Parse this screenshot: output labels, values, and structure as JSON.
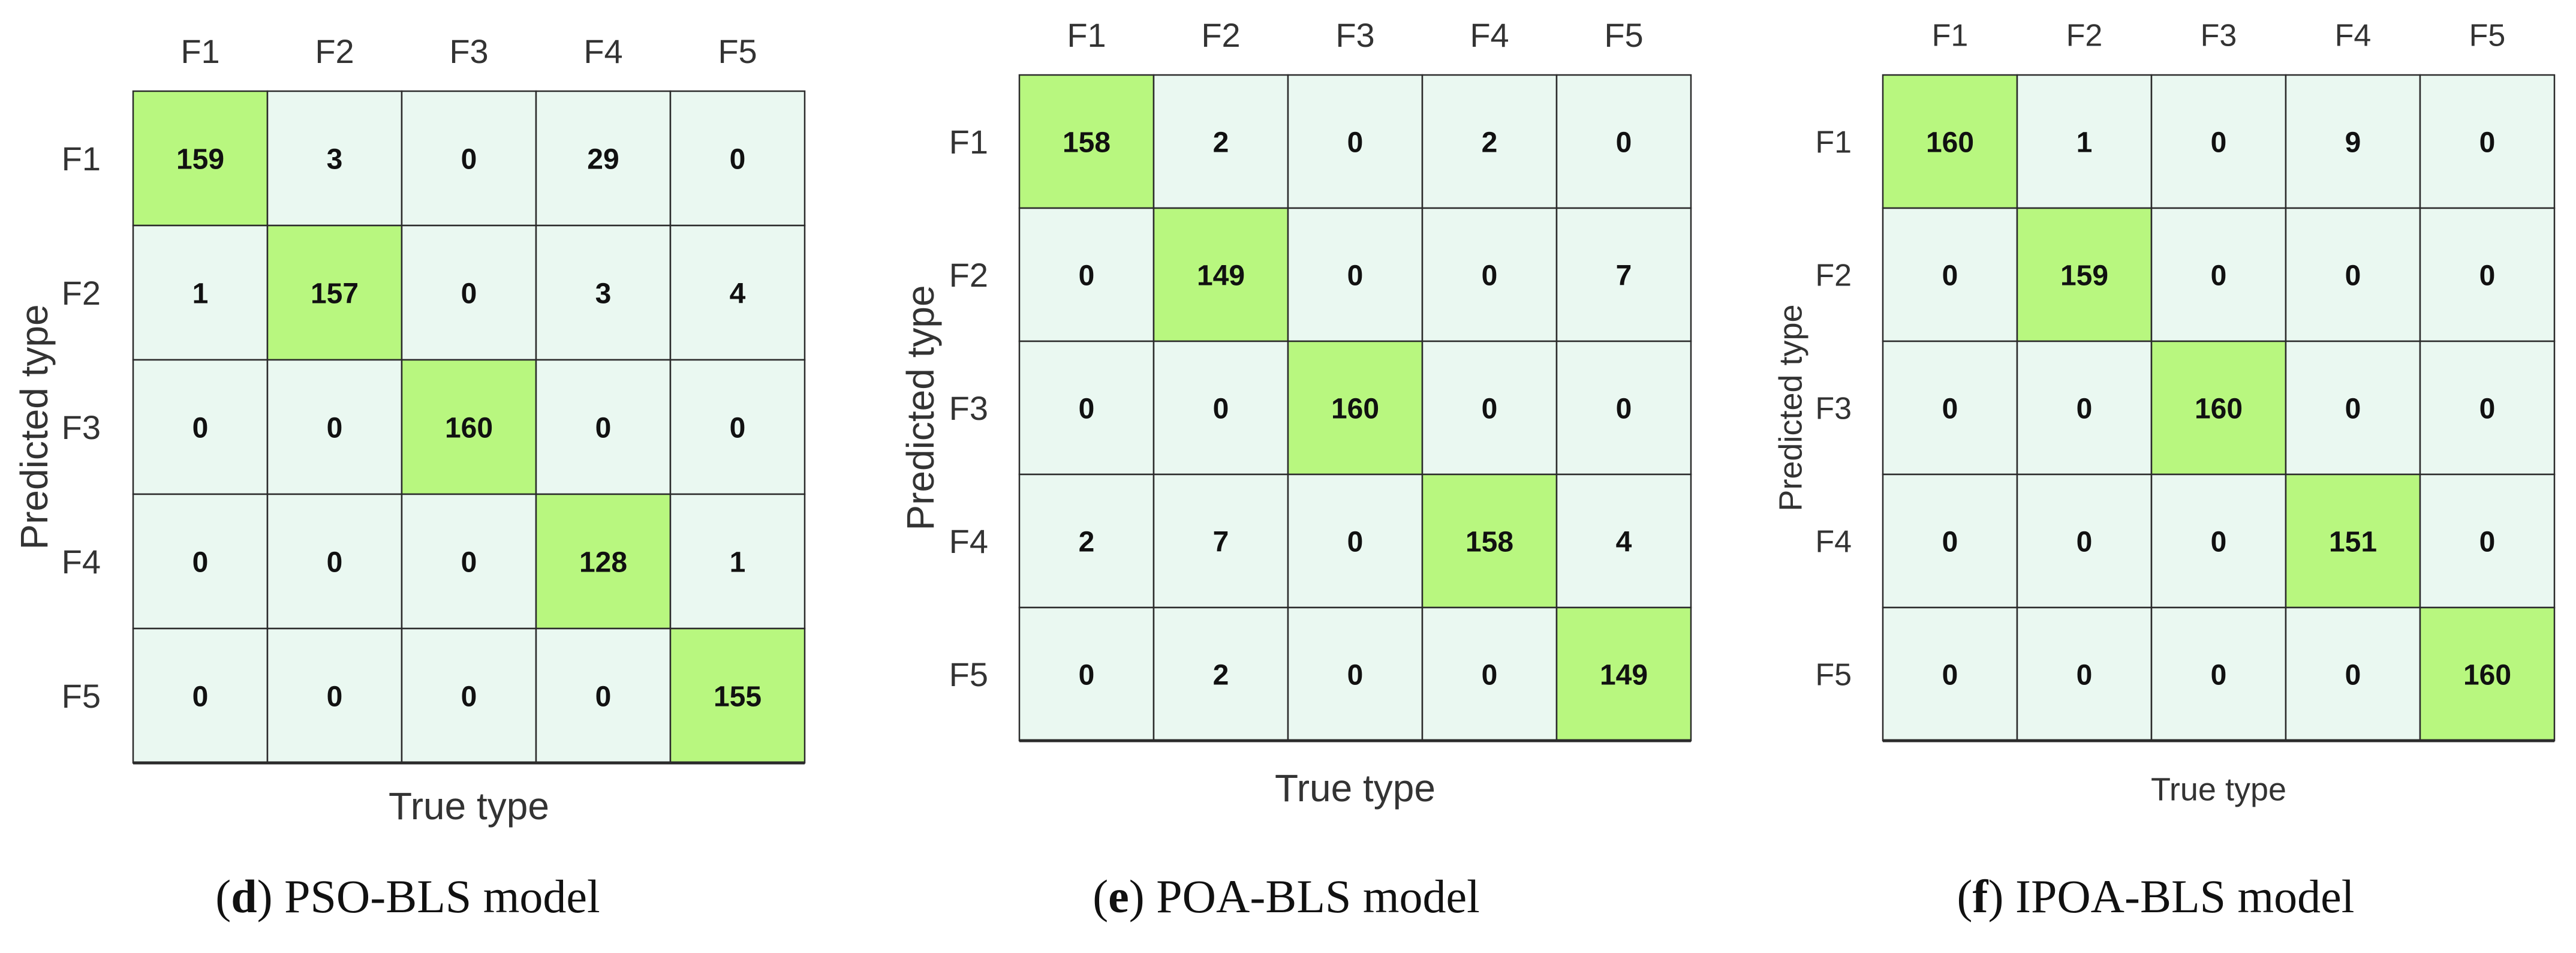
{
  "colors": {
    "diagonal": "#b8f77f",
    "cell": "#eaf8f1",
    "grid": "#2b2b2b",
    "number": "#111111",
    "label": "#333333"
  },
  "chart_data": [
    {
      "type": "heatmap",
      "title": "",
      "caption_letter": "d",
      "caption_text": " PSO-BLS model",
      "xlabel": "True type",
      "ylabel": "Predicted type",
      "x_labels": [
        "F1",
        "F2",
        "F3",
        "F4",
        "F5"
      ],
      "y_labels": [
        "F1",
        "F2",
        "F3",
        "F4",
        "F5"
      ],
      "matrix": [
        [
          159,
          3,
          0,
          29,
          0
        ],
        [
          1,
          157,
          0,
          3,
          4
        ],
        [
          0,
          0,
          160,
          0,
          0
        ],
        [
          0,
          0,
          0,
          128,
          1
        ],
        [
          0,
          0,
          0,
          0,
          155
        ]
      ]
    },
    {
      "type": "heatmap",
      "title": "",
      "caption_letter": "e",
      "caption_text": " POA-BLS model",
      "xlabel": "True type",
      "ylabel": "Predicted type",
      "x_labels": [
        "F1",
        "F2",
        "F3",
        "F4",
        "F5"
      ],
      "y_labels": [
        "F1",
        "F2",
        "F3",
        "F4",
        "F5"
      ],
      "matrix": [
        [
          158,
          2,
          0,
          2,
          0
        ],
        [
          0,
          149,
          0,
          0,
          7
        ],
        [
          0,
          0,
          160,
          0,
          0
        ],
        [
          2,
          7,
          0,
          158,
          4
        ],
        [
          0,
          2,
          0,
          0,
          149
        ]
      ]
    },
    {
      "type": "heatmap",
      "title": "",
      "caption_letter": "f",
      "caption_text": " IPOA-BLS model",
      "xlabel": "True type",
      "ylabel": "Predicted type",
      "x_labels": [
        "F1",
        "F2",
        "F3",
        "F4",
        "F5"
      ],
      "y_labels": [
        "F1",
        "F2",
        "F3",
        "F4",
        "F5"
      ],
      "matrix": [
        [
          160,
          1,
          0,
          9,
          0
        ],
        [
          0,
          159,
          0,
          0,
          0
        ],
        [
          0,
          0,
          160,
          0,
          0
        ],
        [
          0,
          0,
          0,
          151,
          0
        ],
        [
          0,
          0,
          0,
          0,
          160
        ]
      ]
    }
  ]
}
